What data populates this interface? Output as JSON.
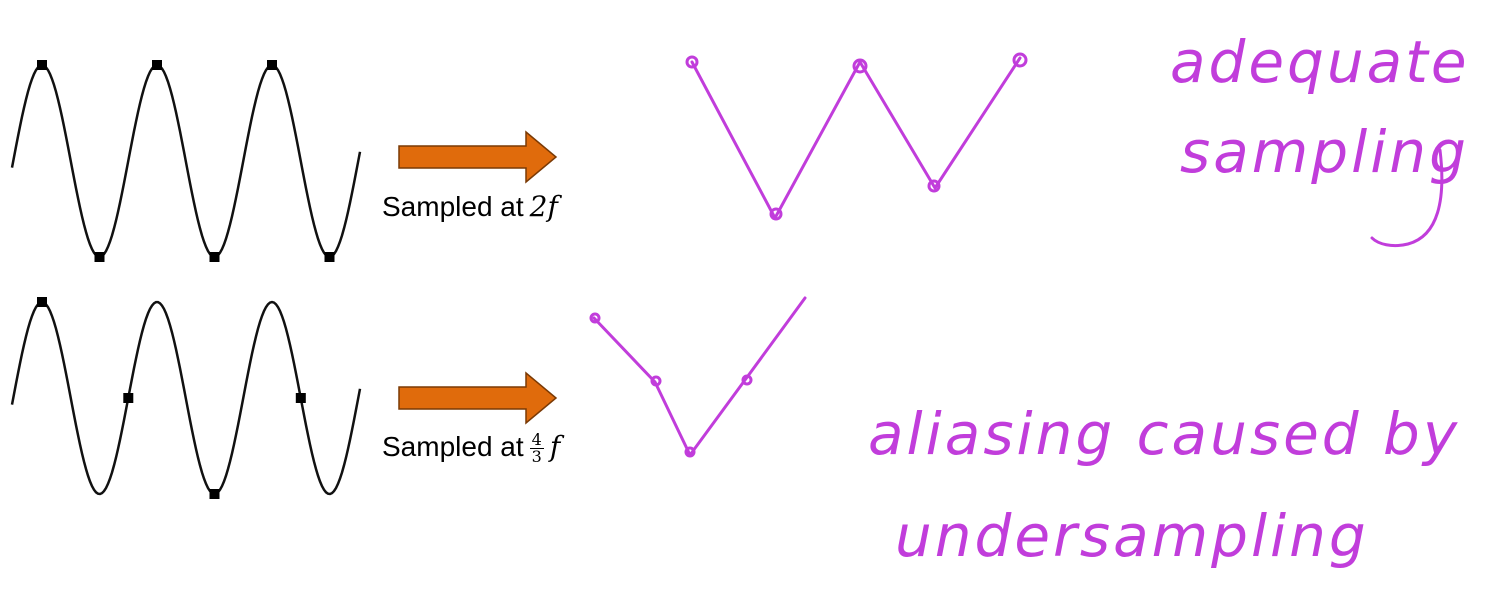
{
  "captions": {
    "row1_prefix": "Sampled at",
    "row1_rate": "2f",
    "row2_prefix": "Sampled at",
    "row2_rate_num": "4",
    "row2_rate_den": "3",
    "row2_rate_var": "f"
  },
  "annotations": {
    "line1": "adequate",
    "line2": "sampling",
    "line3": "aliasing caused by",
    "line4": "undersampling"
  },
  "colors": {
    "arrow_fill": "#e06b0c",
    "arrow_stroke": "#7a3a05",
    "handwriting": "#c13ddb",
    "wave": "#111111"
  },
  "icons": {
    "arrow": "right-arrow-icon"
  }
}
